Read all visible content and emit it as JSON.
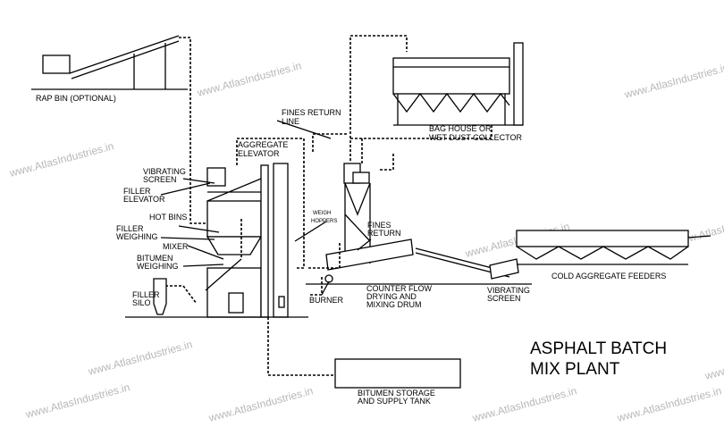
{
  "title": [
    "ASPHALT BATCH",
    "MIX PLANT"
  ],
  "watermark": "www.AtlasIndustries.in",
  "labels": {
    "rap_bin": "RAP BIN (OPTIONAL)",
    "fines_return_line": [
      "FINES RETURN",
      "LINE"
    ],
    "aggregate_elevator": [
      "AGGREGATE",
      "ELEVATOR"
    ],
    "bag_house": [
      "BAG HOUSE OR",
      "WET DUST COLLECTOR"
    ],
    "vibrating_screen_1": [
      "VIBRATING",
      "SCREEN"
    ],
    "filler_elevator": [
      "FILLER",
      "ELEVATOR"
    ],
    "hot_bins": "HOT BINS",
    "filler_weighing": [
      "FILLER",
      "WEIGHING"
    ],
    "mixer": "MIXER",
    "bitumen_weighing": [
      "BITUMEN",
      "WEIGHING"
    ],
    "weigh_hoppers": [
      "WEIGH",
      "HOPPERS"
    ],
    "fines_return": [
      "FINES",
      "RETURN"
    ],
    "filler_silo": [
      "FILLER",
      "SILO"
    ],
    "burner": "BURNER",
    "drum": [
      "COUNTER FLOW",
      "DRYING AND",
      "MIXING DRUM"
    ],
    "vibrating_screen_2": [
      "VIBRATING",
      "SCREEN"
    ],
    "cold_feeders": "COLD AGGREGATE FEEDERS",
    "bitumen_tank": [
      "BITUMEN STORAGE",
      "AND SUPPLY TANK"
    ]
  }
}
